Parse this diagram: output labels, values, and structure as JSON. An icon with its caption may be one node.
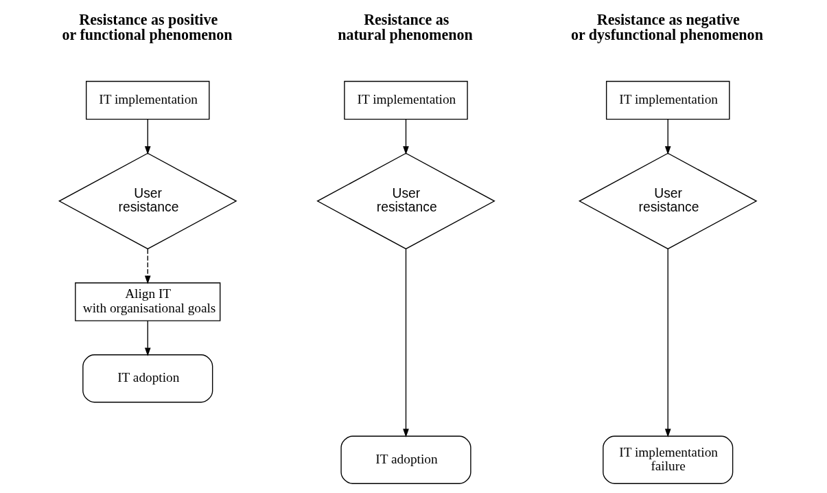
{
  "diagram": {
    "nodes": [
      {
        "text": [
          "IT implementation"
        ]
      },
      {
        "text": [
          "User resistance"
        ]
      },
      {
        "text": [
          "Align IT with organisational goals"
        ]
      },
      {
        "text": [
          "IT adoption"
        ]
      },
      {
        "text": [
          "IT implementation"
        ]
      },
      {
        "text": [
          "User resistance"
        ]
      },
      {
        "text": [
          "IT adoption"
        ]
      },
      {
        "text": [
          "IT implementation"
        ]
      },
      {
        "text": [
          "User resistance"
        ]
      },
      {
        "text": [
          "IT implementation failure"
        ]
      }
    ],
    "edges": [
      {
        "from": 0,
        "to": 1,
        "arrow": "to"
      },
      {
        "from": 1,
        "to": 2,
        "arrow": "to",
        "style": "dashed"
      },
      {
        "from": 2,
        "to": 3,
        "arrow": "to"
      },
      {
        "from": 4,
        "to": 5,
        "arrow": "to"
      },
      {
        "from": 5,
        "to": 6,
        "arrow": "to"
      },
      {
        "from": 7,
        "to": 8,
        "arrow": "to"
      },
      {
        "from": 8,
        "to": 9,
        "arrow": "to"
      }
    ],
    "labels": [
      "Resistance as positive or functional phenomenon",
      "Resistance as natural phenomenon",
      "Resistance as negative or dysfunctional phenomenon"
    ]
  }
}
